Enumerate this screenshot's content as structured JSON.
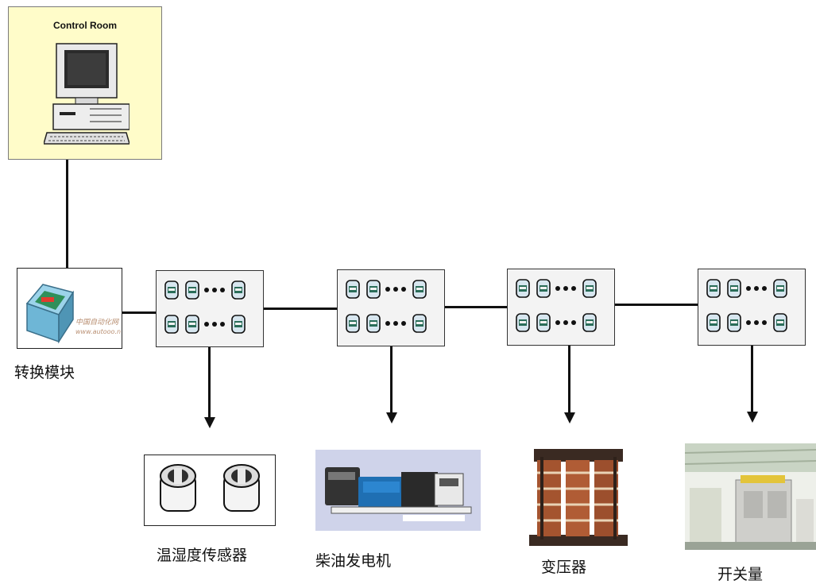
{
  "control_room": {
    "title": "Control Room",
    "icon": "desktop-computer-icon"
  },
  "converter": {
    "label": "转换模块",
    "icon": "converter-module-icon",
    "watermark": "中国自动化网"
  },
  "nodes": [
    {
      "id": "node-1",
      "icon": "io-module-rack-icon"
    },
    {
      "id": "node-2",
      "icon": "io-module-rack-icon"
    },
    {
      "id": "node-3",
      "icon": "io-module-rack-icon"
    },
    {
      "id": "node-4",
      "icon": "io-module-rack-icon"
    }
  ],
  "devices": [
    {
      "label": "温湿度传感器",
      "icon": "temperature-humidity-sensor-icon"
    },
    {
      "label": "柴油发电机",
      "icon": "diesel-generator-icon"
    },
    {
      "label": "变压器",
      "icon": "transformer-icon"
    },
    {
      "label": "开关量",
      "icon": "switchgear-icon"
    }
  ],
  "colors": {
    "control_room_bg": "#fffcc9",
    "node_bg": "#f3f3f3",
    "line": "#111111",
    "generator_bg": "#cfd3ea"
  }
}
